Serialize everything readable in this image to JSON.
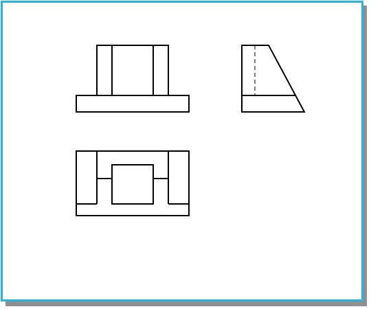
{
  "diagram": {
    "type": "orthographic-projection",
    "views": [
      {
        "name": "front",
        "position": "top-left"
      },
      {
        "name": "side",
        "position": "top-right"
      },
      {
        "name": "top",
        "position": "bottom-left"
      }
    ]
  },
  "colors": {
    "background": "#ffffff",
    "frame_border": "#2bb3e0",
    "frame_shadow": "#8f8f8f",
    "line": "#000000"
  }
}
